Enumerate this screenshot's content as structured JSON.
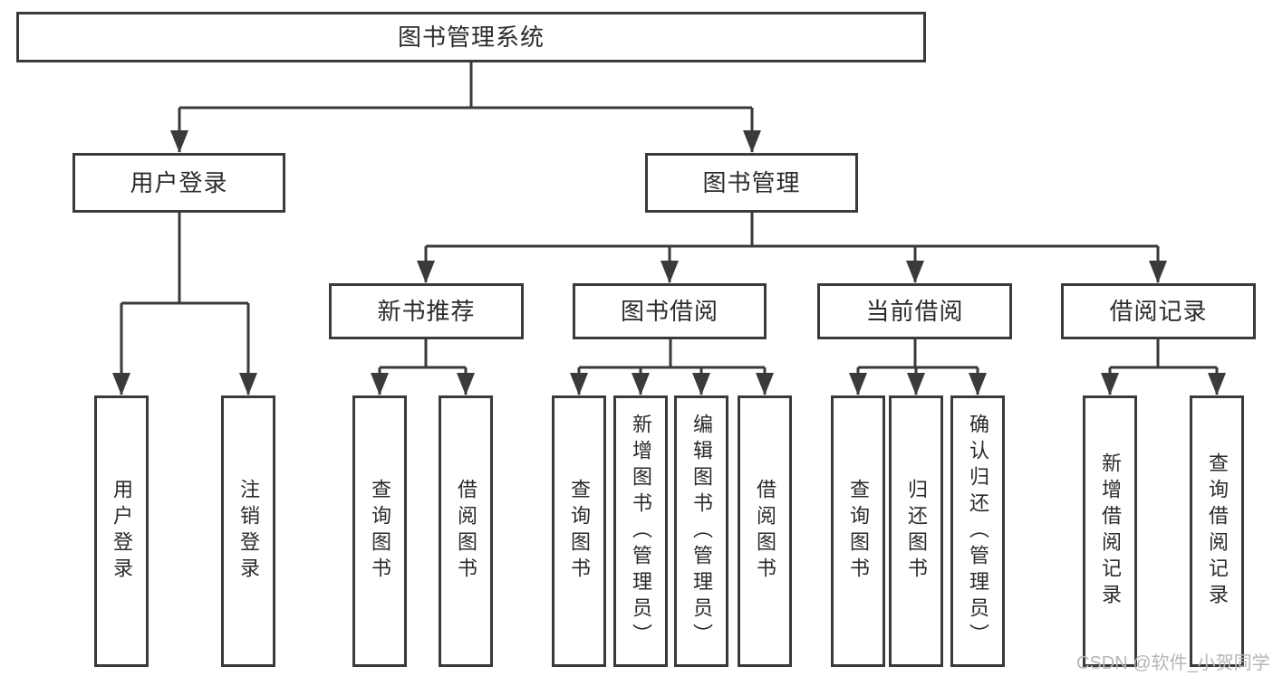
{
  "diagram": {
    "root": {
      "label": "图书管理系统"
    },
    "branches": [
      {
        "label": "用户登录",
        "children": [
          {
            "label": "用户登录"
          },
          {
            "label": "注销登录"
          }
        ]
      },
      {
        "label": "图书管理",
        "children": [
          {
            "label": "新书推荐",
            "children": [
              {
                "label": "查询图书"
              },
              {
                "label": "借阅图书"
              }
            ]
          },
          {
            "label": "图书借阅",
            "children": [
              {
                "label": "查询图书"
              },
              {
                "label": "新增图书（管理员）"
              },
              {
                "label": "编辑图书（管理员）"
              },
              {
                "label": "借阅图书"
              }
            ]
          },
          {
            "label": "当前借阅",
            "children": [
              {
                "label": "查询图书"
              },
              {
                "label": "归还图书"
              },
              {
                "label": "确认归还（管理员）"
              }
            ]
          },
          {
            "label": "借阅记录",
            "children": [
              {
                "label": "新增借阅记录"
              },
              {
                "label": "查询借阅记录"
              }
            ]
          }
        ]
      }
    ]
  },
  "watermark": {
    "text": "CSDN @软件_小贺同学",
    "color": "#b6b6b6"
  },
  "theme": {
    "line_color": "#3a3a3a",
    "box_border_color": "#3a3a3a",
    "text_color": "#2b2b2b",
    "background": "#ffffff"
  }
}
